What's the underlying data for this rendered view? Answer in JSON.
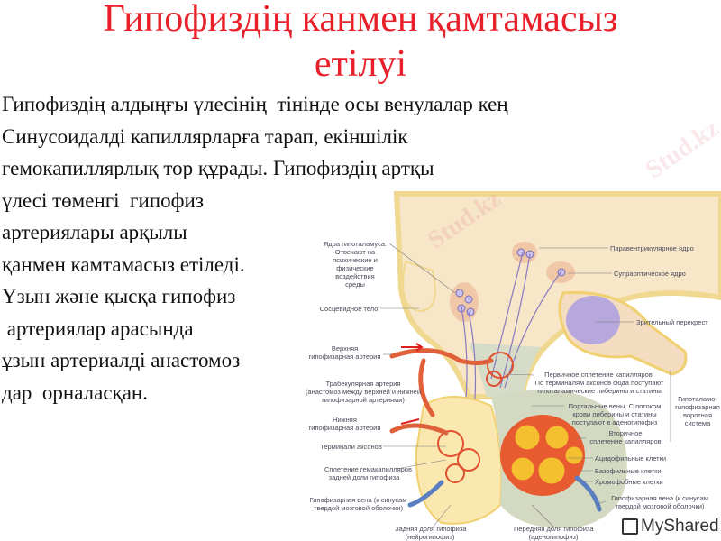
{
  "slide": {
    "title_lines": [
      "Гипофиздің канмен қамтамасыз",
      "етілуі"
    ],
    "body_lines": [
      "Гипофиздің алдыңғы үлесінің  тінінде осы венулалар кең",
      "Синусоидалді капиллярларға тарап, екіншілік",
      "гемокапиллярлық тор құрады. Гипофиздің артқы",
      "үлесі төменгі  гипофиз",
      "артериялары арқылы",
      "қанмен камтамасыз етіледі.",
      "Ұзын және қысқа гипофиз",
      " артериялар арасында",
      "ұзын артериалді анастомоз",
      "дар  орналасқан."
    ]
  },
  "diagram": {
    "labels": {
      "hypothalamus_nuclei": "Ядра гипоталамуса.\nОтвечают на\nпсихические и\nфизические\nвоздействия\nсреды",
      "mammillary_body": "Сосцевидное тело",
      "superior_artery": "Верхняя\nгипофизарная артерия",
      "trabecular_artery": "Трабекулярная артерия\n(анастомоз между верхней и нижней\nгипофизарной артериями)",
      "inferior_artery": "Нижняя\nгипофизарная артерия",
      "axon_terminals": "Терминали аксонов",
      "posterior_plexus": "Сплетение гемакапилляров\nзадней доли гипофиза",
      "vein_left": "Гипофизарная вена (к синусам\nтвердой мозговой оболочки)",
      "posterior_lobe": "Задняя доля гипофиза\n(нейрогипофиз)",
      "anterior_lobe": "Передняя доля гипофиза\n(аденогипофиз)",
      "vein_right": "Гипофизарная вена (к синусам\nтвердой мозговой оболочки)",
      "acidophilic": "Ацидофильные клетки",
      "basophilic": "Базофильные клетки",
      "chromophobe": "Хромофобные клетки",
      "paraventricular": "Паравентрикулярное ядро",
      "supraoptic": "Супраоптическое ядро",
      "optic_chiasm": "Зрительный перекрест",
      "primary_plexus": "Первичное сплетение капилляров.\nПо терминалям аксонов сюда поступают\nгипоталамические либерины и статины",
      "portal_veins": "Портальные вены. С потоком\nкрови либерины и статины\nпоступают в аденогипофиз",
      "secondary_plexus": "Вторичное\nсплетение капилляров",
      "portal_system": "Гипоталамо-\nгипофизарная\nворотная\nсистема"
    }
  },
  "watermark": "Stud.kz",
  "logo": "MyShared",
  "colors": {
    "title": "#e8202a",
    "artery": "#e0603a",
    "vein": "#5a7fc0"
  }
}
